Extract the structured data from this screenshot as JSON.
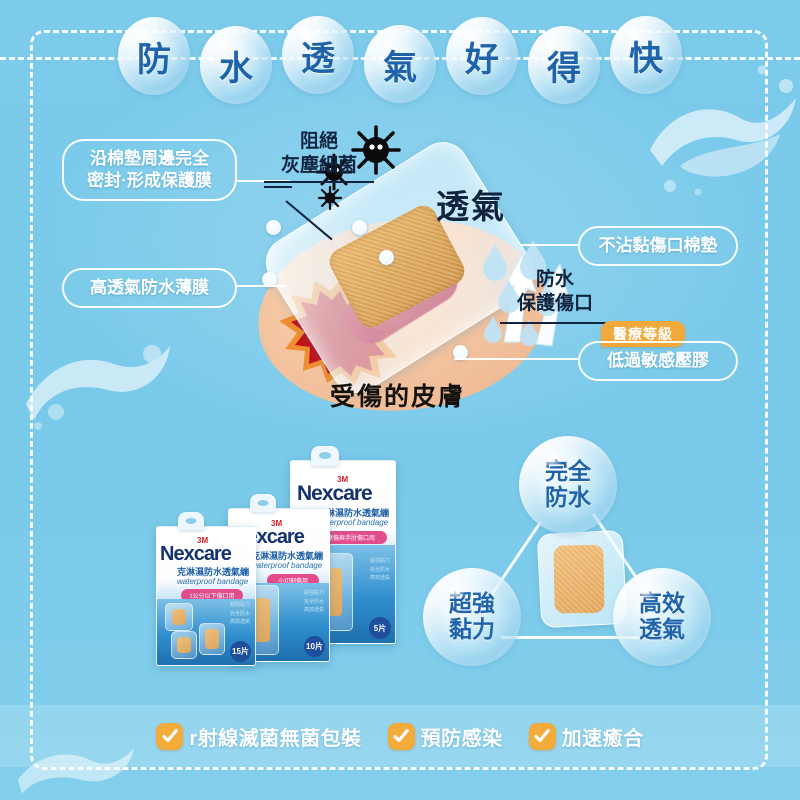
{
  "header": {
    "bubbles": [
      "防",
      "水",
      "透",
      "氣",
      "好",
      "得",
      "快"
    ]
  },
  "diagram": {
    "left_callouts": [
      "沿棉墊周邊完全\n密封·形成保護膜",
      "高透氣防水薄膜"
    ],
    "top_label": "阻絕\n灰塵細菌",
    "breathe_label": "透氣",
    "right_callouts": [
      "不沾黏傷口棉墊",
      "低過敏感壓膠"
    ],
    "right_plain_label": "防水\n保護傷口",
    "medical_badge": "醫療等級",
    "skin_label": "受傷的皮膚"
  },
  "products": {
    "boxes": [
      {
        "brand_3m": "3M",
        "brand": "Nexcare",
        "tm": "™",
        "name_cn": "克淋濕防水透氣繃",
        "name_en": "waterproof bandage",
        "tag": "1公分以下傷口用",
        "count": "15片",
        "features": [
          "超強黏力",
          "完全防水",
          "高效透氣"
        ]
      },
      {
        "brand_3m": "3M",
        "brand": "Nexcare",
        "tm": "™",
        "name_cn": "克淋濕防水透氣繃",
        "name_en": "waterproof bandage",
        "tag": "小切割傷用",
        "count": "10片",
        "features": [
          "超強黏力",
          "完全防水",
          "高效透氣"
        ]
      },
      {
        "brand_3m": "3M",
        "brand": "Nexcare",
        "tm": "™",
        "name_cn": "克淋濕防水透氣繃",
        "name_en": "waterproof bandage",
        "tag": "擦傷與手肘傷口用",
        "count": "5片",
        "features": [
          "超強黏力",
          "完全防水",
          "高效透氣"
        ]
      }
    ]
  },
  "features": {
    "top": "完全\n防水",
    "bottom_left": "超強\n黏力",
    "bottom_right": "高效\n透氣"
  },
  "bottom_bar": {
    "items": [
      "r射線滅菌無菌包裝",
      "預防感染",
      "加速癒合"
    ]
  },
  "colors": {
    "background": "#79c9ea",
    "deep_blue_text": "#1f63ab",
    "dark_navy_text": "#10243f",
    "orange_accent": "#f2a93b",
    "brand_navy": "#14336e",
    "brand_red": "#d0202f",
    "pink_tag": "#e24b8c"
  }
}
